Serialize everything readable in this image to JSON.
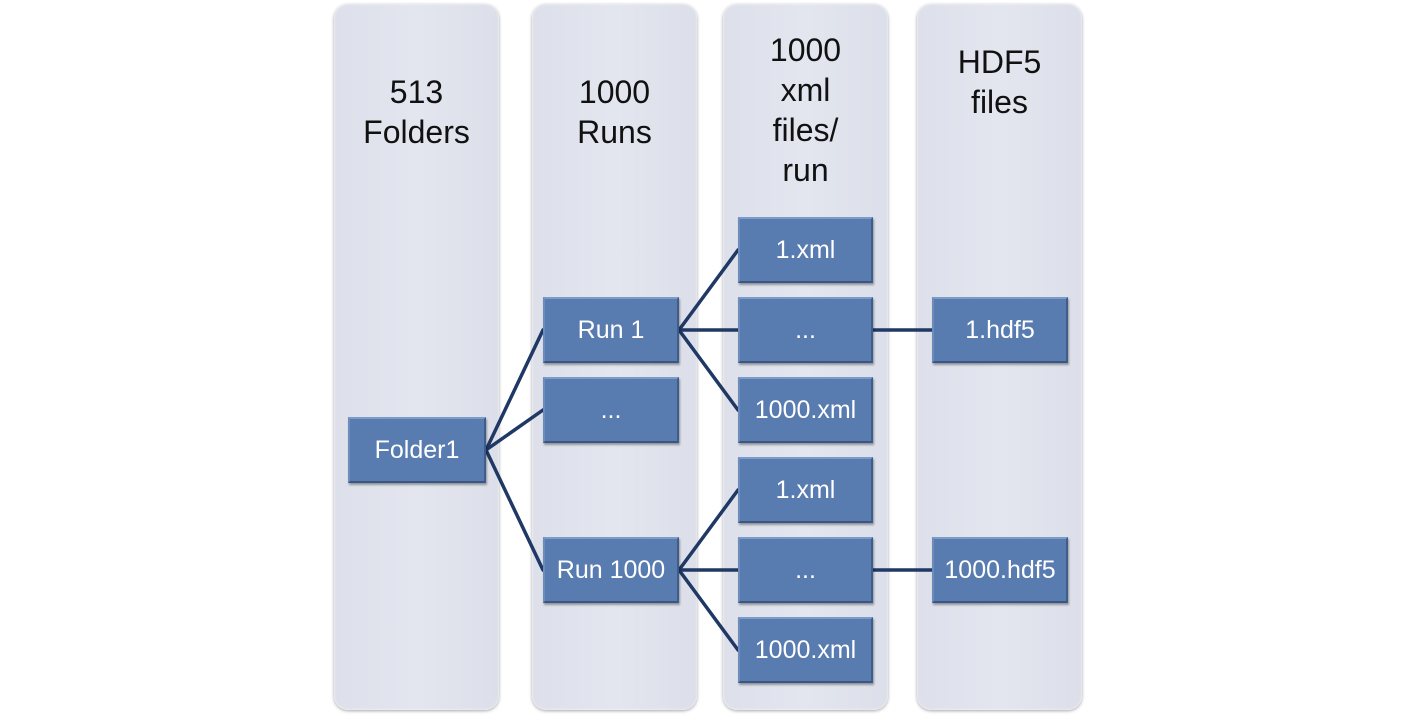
{
  "columns": [
    {
      "title": "513\nFolders"
    },
    {
      "title": "1000\nRuns"
    },
    {
      "title": "1000\nxml\nfiles/\nrun"
    },
    {
      "title": "HDF5\nfiles"
    }
  ],
  "nodes": {
    "folder1": "Folder1",
    "run1": "Run 1",
    "run_ellipsis": "...",
    "run1000": "Run 1000",
    "xml_a_1": "1.xml",
    "xml_a_ellipsis": "...",
    "xml_a_1000": "1000.xml",
    "xml_b_1": "1.xml",
    "xml_b_ellipsis": "...",
    "xml_b_1000": "1000.xml",
    "hdf5_1": "1.hdf5",
    "hdf5_1000": "1000.hdf5"
  },
  "colors": {
    "column_bg": "#e0e3ed",
    "node_fill": "#587bb0",
    "connector": "#1f3864",
    "node_text": "#ffffff"
  }
}
